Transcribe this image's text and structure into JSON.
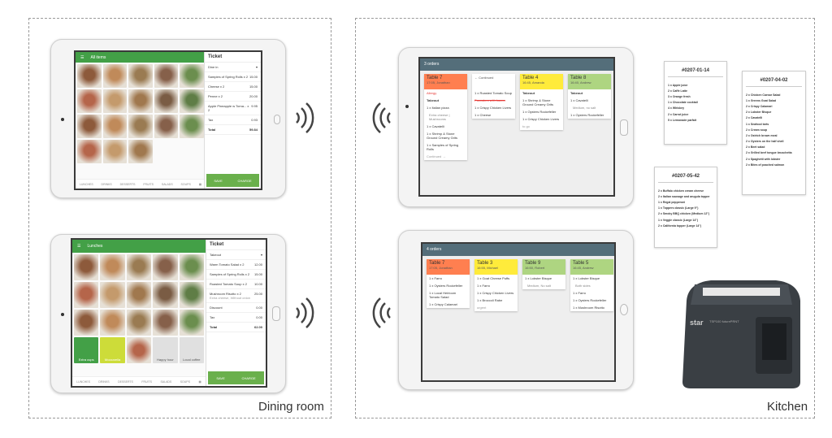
{
  "zones": {
    "dining": "Dining room",
    "kitchen": "Kitchen"
  },
  "pos1": {
    "category": "All items",
    "ticket_title": "Ticket",
    "order_type": "Dine in",
    "lines": [
      {
        "name": "Samples of Spring Rolls x 2",
        "price": "15.00"
      },
      {
        "name": "Cheese x 2",
        "price": "15.00"
      },
      {
        "name": "Penne x 2",
        "price": "20.00"
      },
      {
        "name": "Apple Pineapple w Toma... x 2",
        "price": "9.95"
      },
      {
        "name": "Tax",
        "price": "0.93"
      },
      {
        "name": "Total",
        "price": "59.84"
      }
    ],
    "save": "SAVE",
    "charge": "CHARGE",
    "tabs": [
      "LUNCHES",
      "DRINKS",
      "DESSERTS",
      "FRUITS",
      "SALADS",
      "SOUPS"
    ]
  },
  "pos2": {
    "category": "Lunches",
    "ticket_title": "Ticket",
    "order_type": "Takeout",
    "lines": [
      {
        "name": "Warm Tomato Salad x 2",
        "price": "12.00"
      },
      {
        "name": "Samples of Spring Rolls x 2",
        "price": "15.00"
      },
      {
        "name": "Roasted Tomato Soup x 2",
        "price": "10.00"
      },
      {
        "name": "Mushroom Risotto x 2",
        "price": "25.00",
        "mods": "Extra cheese, Without onion"
      },
      {
        "name": "Discount",
        "price": "0.00"
      },
      {
        "name": "Tax",
        "price": "0.00"
      },
      {
        "name": "Total",
        "price": "62.00"
      }
    ],
    "tiles": [
      "Extra cups",
      "Mozzarella",
      "",
      "Happy hour",
      "Local coffee"
    ],
    "save": "SAVE",
    "charge": "CHARGE",
    "tabs": [
      "LUNCHES",
      "DRINKS",
      "DESSERTS",
      "FRUITS",
      "SALADS",
      "SOUPS"
    ]
  },
  "kds1": {
    "title": "3 orders",
    "columns": [
      {
        "table": "Table 7",
        "sub": "17:05, Jonathan",
        "color": "#ff7f50",
        "note": "Allergy",
        "items": [
          "Takeout",
          "1 x Italian pizza",
          "  Extra cheese | Mushrooms",
          "1 x Cavatelli",
          "1 x Shrimp & Stone Ground Creamy Grits",
          "1 x Samples of Spring Rolls",
          "Continued →"
        ]
      },
      {
        "table": "",
        "sub": "← Continued",
        "color": "#ffffff",
        "items": [
          "1 x Roasted Tomato Soup",
          "Pancakes with bacon",
          "1 x Crispy Chicken Livers",
          "1 x Cheese"
        ]
      },
      {
        "table": "Table 4",
        "sub": "16:45, Amanda",
        "color": "#ffeb3b",
        "items": [
          "Takeout",
          "1 x Shrimp & Stone Ground Creamy Grits",
          "1 x Oysters Rockefeller",
          "1 x Crispy Chicken Livers",
          "to go"
        ]
      },
      {
        "table": "Table 8",
        "sub": "16:40, Andrew",
        "color": "#aed581",
        "items": [
          "Takeout",
          "1 x Cavatelli",
          "  Medium, no salt",
          "1 x Oysters Rockefeller"
        ]
      }
    ]
  },
  "kds2": {
    "title": "4 orders",
    "columns": [
      {
        "table": "Table 7",
        "sub": "17:05, Jonathan",
        "color": "#ff7f50",
        "items": [
          "1 x Farro",
          "1 x Oysters Rockefeller",
          "1 x Local Heirloom Tomato Salad",
          "1 x Crispy Calamari"
        ]
      },
      {
        "table": "Table 3",
        "sub": "16:55, Michael",
        "color": "#ffeb3b",
        "items": [
          "1 x Goat Cheese Puffs",
          "1 x Farro",
          "1 x Crispy Chicken Livers",
          "1 x Broccoli Rabe",
          "urgent"
        ]
      },
      {
        "table": "Table 9",
        "sub": "16:50, Robert",
        "color": "#aed581",
        "items": [
          "1 x Lobster Bisque",
          "  Medium, No salt"
        ]
      },
      {
        "table": "Table 5",
        "sub": "16:45, Andrew",
        "color": "#aed581",
        "items": [
          "1 x Lobster Bisque",
          "  Both sides",
          "1 x Farro",
          "1 x Oysters Rockefeller",
          "1 x Mushroom Risotto"
        ]
      }
    ]
  },
  "receipts": [
    {
      "number": "#0207-01-14",
      "items": [
        "1 x Apple juice",
        "2 x Caffe Latte",
        "3 x Orange fresh",
        "1 x Chocolate cocktail",
        "4 x Whiskey",
        "2 x Carrot juice",
        "5 x Lemonade parfait"
      ]
    },
    {
      "number": "#0207-04-02",
      "items": [
        "2 x Chicken Caesar Salad",
        "1 x Greens Goat Salad",
        "2 x Crispy Calamari",
        "2 x Lobster Bisque",
        "2 x Cavatelli",
        "1 x Seafood tarts",
        "2 x Cream soup",
        "2 x Ostrich brown meal",
        "2 x Oysters on the half shell",
        "2 x Beet salad",
        "2 x Grilled beef tongue bruschetta",
        "2 x Spaghetti with lobster",
        "2 x Bites of poached salmon"
      ]
    },
    {
      "number": "#0207-05-42",
      "items": [
        "2 x Buffalo chicken cream cheese",
        "2 x Italian sausage and arugula topper",
        "1 x Regal pepperoni",
        "1 x Toppers classic (Large 9\")",
        "2 x Smoky BBQ chicken (Medium 12\")",
        "1 x Veggie classic (Large 14\")",
        "2 x California topper (Large 14\")"
      ]
    }
  ],
  "printer": {
    "brand": "star",
    "model": "TSP100 futurePRNT"
  },
  "colors": {
    "pos_green": "#43a047",
    "kds_bar": "#546e7a"
  }
}
